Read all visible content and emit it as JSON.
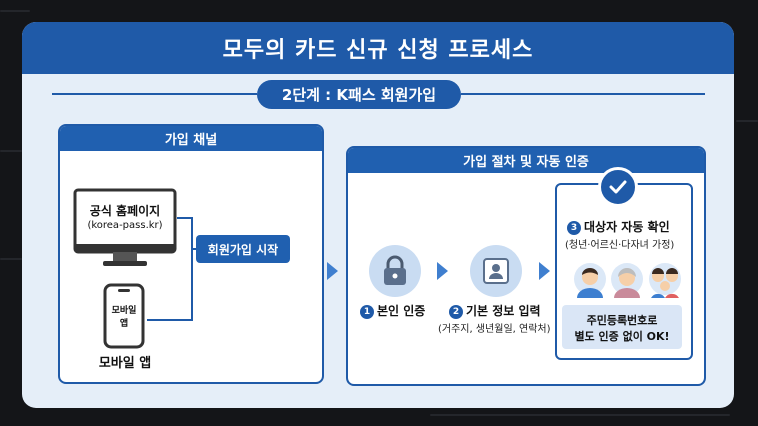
{
  "title": "모두의 카드 신규 신청 프로세스",
  "stage": "2단계 : K패스 회원가입",
  "left_panel": {
    "header": "가입 채널",
    "website_name": "공식 홈페이지",
    "website_url": "(korea-pass.kr)",
    "phone_screen": [
      "모바일",
      "앱"
    ],
    "mobile_app": "모바일 앱",
    "start_button": "회원가입 시작"
  },
  "right_panel": {
    "header": "가입 절차 및 자동 인증",
    "steps": [
      {
        "num": "1",
        "label": "본인 인증",
        "icon": "lock-icon"
      },
      {
        "num": "2",
        "label": "기본 정보 입력",
        "sub": "(거주지, 생년월일, 연락처)",
        "icon": "id-card-icon"
      },
      {
        "num": "3",
        "label": "대상자 자동 확인",
        "sub": "(청년·어르신·다자녀 가정)",
        "icon": "check-icon"
      }
    ],
    "note": [
      "주민등록번호로",
      "별도 인증 없이 OK!"
    ]
  },
  "colors": {
    "primary": "#1f5aa8",
    "panel_bg": "#e5eef8",
    "icon_bg": "#c9dcf2"
  }
}
